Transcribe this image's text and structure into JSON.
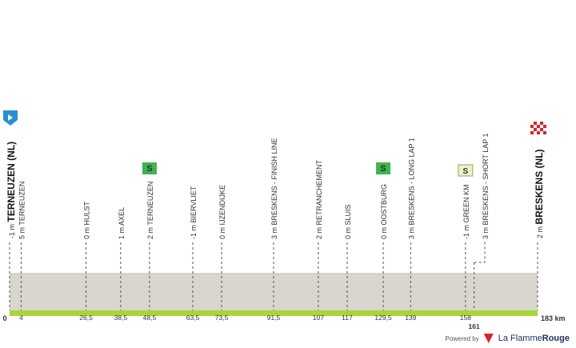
{
  "chart_data": {
    "type": "area",
    "x_unit": "km",
    "x_max": 183,
    "y_unit": "m",
    "start": {
      "km": 0,
      "alt": "-1 m",
      "name": "TERNEUZEN (NL)"
    },
    "finish": {
      "km": 183,
      "alt": "2 m",
      "name": "BRESKENS (NL)"
    },
    "points": [
      {
        "km": 4,
        "km_label": "4",
        "alt": "5 m",
        "name": "TERNEUZEN",
        "marker": ""
      },
      {
        "km": 26.5,
        "km_label": "26,5",
        "alt": "0 m",
        "name": "HULST",
        "marker": ""
      },
      {
        "km": 38.5,
        "km_label": "38,5",
        "alt": "1 m",
        "name": "AXEL",
        "marker": ""
      },
      {
        "km": 48.5,
        "km_label": "48,5",
        "alt": "2 m",
        "name": "TERNEUZEN",
        "marker": "sprint"
      },
      {
        "km": 63.5,
        "km_label": "63,5",
        "alt": "-1 m",
        "name": "BIERVLIET",
        "marker": ""
      },
      {
        "km": 73.5,
        "km_label": "73,5",
        "alt": "0 m",
        "name": "IJZENDIJKE",
        "marker": ""
      },
      {
        "km": 91.5,
        "km_label": "91,5",
        "alt": "3 m",
        "name": "BRESKENS - FINISH LINE",
        "marker": ""
      },
      {
        "km": 107,
        "km_label": "107",
        "alt": "2 m",
        "name": "RETRANCHEMENT",
        "marker": ""
      },
      {
        "km": 117,
        "km_label": "117",
        "alt": "0 m",
        "name": "SLUIS",
        "marker": ""
      },
      {
        "km": 129.5,
        "km_label": "129,5",
        "alt": "0 m",
        "name": "OOSTBURG",
        "marker": "sprint"
      },
      {
        "km": 139,
        "km_label": "139",
        "alt": "3 m",
        "name": "BRESKENS - LONG LAP 1",
        "marker": ""
      },
      {
        "km": 158,
        "km_label": "158",
        "alt": "-1 m",
        "name": "GREEN KM",
        "marker": "greenkm"
      },
      {
        "km": 161,
        "km_label": "161",
        "alt": "3 m",
        "name": "BRESKENS - SHORT LAP 1",
        "marker": ""
      }
    ],
    "axis_labels": {
      "start": "0",
      "end": "183 km"
    }
  },
  "colors": {
    "terrain": "#d9d6cd",
    "terrain_top": "#c9c5ba",
    "road": "#a8d63a",
    "sprint": "#3fb34f",
    "greenkm_bg": "#eef0c8",
    "start_flag": "#2a8fd0",
    "finish_flag": "#d9222a",
    "guide": "#555555"
  },
  "icons": {
    "start": "start-flag-icon",
    "finish": "finish-flag-icon",
    "sprint": "sprint-s-icon",
    "greenkm": "green-km-icon"
  },
  "footer": {
    "powered": "Powered by",
    "brand_a": "La Flamme",
    "brand_b": "Rouge"
  }
}
